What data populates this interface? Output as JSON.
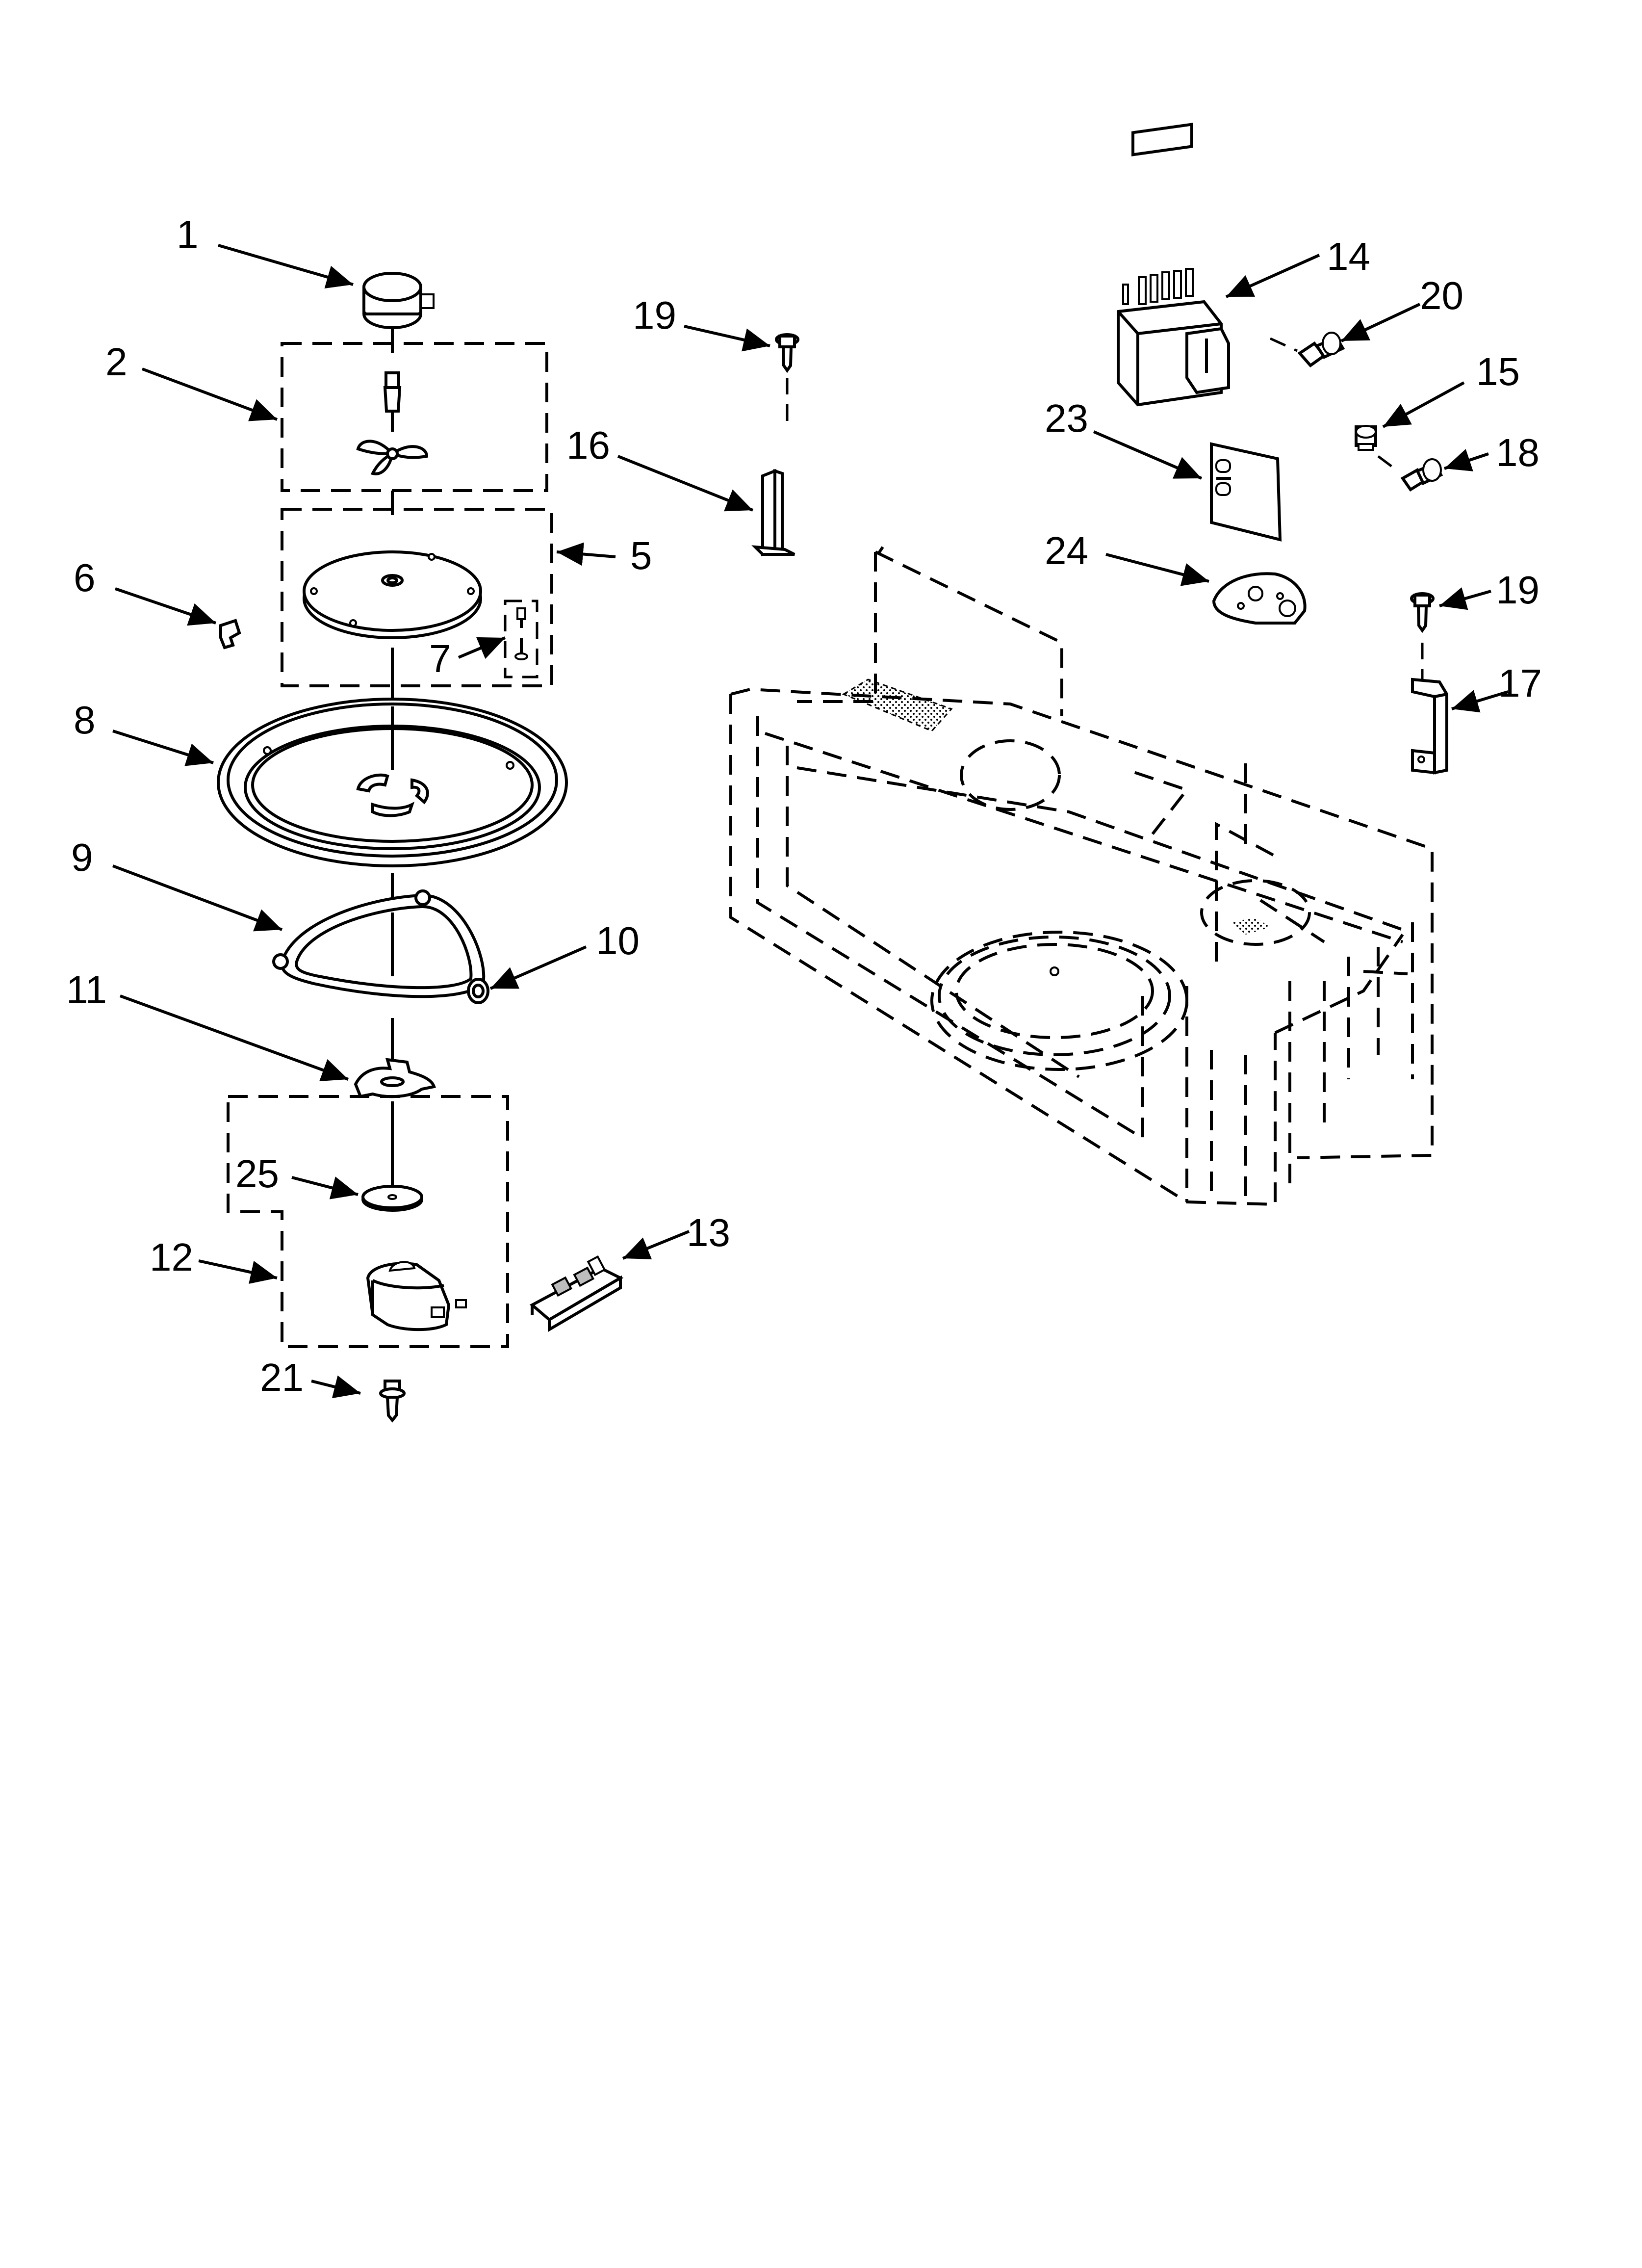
{
  "diagram": {
    "callouts": [
      {
        "id": "c1",
        "label": "1"
      },
      {
        "id": "c2",
        "label": "2"
      },
      {
        "id": "c5",
        "label": "5"
      },
      {
        "id": "c6",
        "label": "6"
      },
      {
        "id": "c7",
        "label": "7"
      },
      {
        "id": "c8",
        "label": "8"
      },
      {
        "id": "c9",
        "label": "9"
      },
      {
        "id": "c10",
        "label": "10"
      },
      {
        "id": "c11",
        "label": "11"
      },
      {
        "id": "c25",
        "label": "25"
      },
      {
        "id": "c12",
        "label": "12"
      },
      {
        "id": "c13",
        "label": "13"
      },
      {
        "id": "c21",
        "label": "21"
      },
      {
        "id": "c19a",
        "label": "19"
      },
      {
        "id": "c16",
        "label": "16"
      },
      {
        "id": "c14",
        "label": "14"
      },
      {
        "id": "c20",
        "label": "20"
      },
      {
        "id": "c15",
        "label": "15"
      },
      {
        "id": "c23",
        "label": "23"
      },
      {
        "id": "c18",
        "label": "18"
      },
      {
        "id": "c24",
        "label": "24"
      },
      {
        "id": "c19b",
        "label": "19"
      },
      {
        "id": "c17",
        "label": "17"
      }
    ]
  }
}
